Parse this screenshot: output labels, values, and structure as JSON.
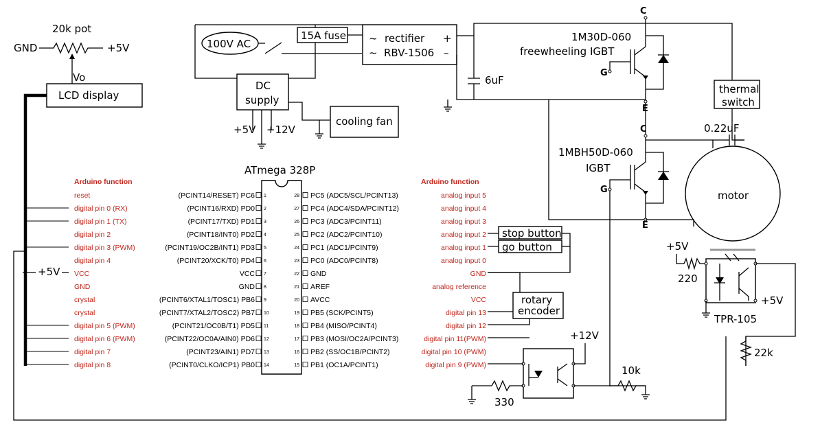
{
  "labels": {
    "pot": "20k pot",
    "gnd_pot": "GND",
    "plus5_pot": "+5V",
    "vo": "Vo",
    "lcd": "LCD display",
    "ac": "100V AC",
    "fuse": "15A fuse",
    "rect_tilde1": "~",
    "rect_tilde2": "~",
    "rect_name": "rectifier",
    "rect_part": "RBV-1506",
    "rect_plus": "+",
    "rect_minus": "–",
    "dc1": "DC",
    "dc2": "supply",
    "plus5_dc": "+5V",
    "plus12_dc": "+12V",
    "fan": "cooling fan",
    "cap6": "6uF",
    "igbt_top_1": "1M30D-060",
    "igbt_top_2": "freewheeling IGBT",
    "igbt_bot_1": "1MBH50D-060",
    "igbt_bot_2": "IGBT",
    "c1": "C",
    "e1": "E",
    "g1": "G",
    "c2": "C",
    "e2": "E",
    "g2": "G",
    "thermal1": "thermal",
    "thermal2": "switch",
    "cap022": "0.22uF",
    "motor": "motor",
    "plus5_opto": "+5V",
    "r220": "220",
    "plus5_tpr": "+5V",
    "tpr": "TPR-105",
    "r22k": "22k",
    "atmega": "ATmega 328P",
    "arduino_left": "Arduino function",
    "arduino_right": "Arduino function",
    "plus5_vcc": "+5V",
    "stop": "stop button",
    "go": "go button",
    "rotary1": "rotary",
    "rotary2": "encoder",
    "plus12_opto": "+12V",
    "r10k": "10k",
    "r330": "330"
  },
  "left_pins": [
    {
      "num": "1",
      "name": "(PCINT14/RESET) PC6",
      "func": "reset"
    },
    {
      "num": "2",
      "name": "(PCINT16/RXD) PD0",
      "func": "digital pin 0 (RX)"
    },
    {
      "num": "3",
      "name": "(PCINT17/TXD) PD1",
      "func": "digital pin 1 (TX)"
    },
    {
      "num": "4",
      "name": "(PCINT18/INT0) PD2",
      "func": "digital pin 2"
    },
    {
      "num": "5",
      "name": "(PCINT19/OC2B/INT1) PD3",
      "func": "digital pin 3 (PWM)"
    },
    {
      "num": "6",
      "name": "(PCINT20/XCK/T0) PD4",
      "func": "digital pin 4"
    },
    {
      "num": "7",
      "name": "VCC",
      "func": "VCC"
    },
    {
      "num": "8",
      "name": "GND",
      "func": "GND"
    },
    {
      "num": "9",
      "name": "(PCINT6/XTAL1/TOSC1) PB6",
      "func": "crystal"
    },
    {
      "num": "10",
      "name": "(PCINT7/XTAL2/TOSC2) PB7",
      "func": "crystal"
    },
    {
      "num": "11",
      "name": "(PCINT21/OC0B/T1) PD5",
      "func": "digital pin 5 (PWM)"
    },
    {
      "num": "12",
      "name": "(PCINT22/OC0A/AIN0) PD6",
      "func": "digital pin 6 (PWM)"
    },
    {
      "num": "13",
      "name": "(PCINT23/AIN1) PD7",
      "func": "digital pin 7"
    },
    {
      "num": "14",
      "name": "(PCINT0/CLKO/ICP1) PB0",
      "func": "digital pin 8"
    }
  ],
  "right_pins": [
    {
      "num": "28",
      "name": "PC5 (ADC5/SCL/PCINT13)",
      "func": "analog input 5"
    },
    {
      "num": "27",
      "name": "PC4 (ADC4/SDA/PCINT12)",
      "func": "analog input 4"
    },
    {
      "num": "26",
      "name": "PC3 (ADC3/PCINT11)",
      "func": "analog input 3"
    },
    {
      "num": "25",
      "name": "PC2 (ADC2/PCINT10)",
      "func": "analog input 2"
    },
    {
      "num": "24",
      "name": "PC1 (ADC1/PCINT9)",
      "func": "analog input 1"
    },
    {
      "num": "23",
      "name": "PC0 (ADC0/PCINT8)",
      "func": "analog input 0"
    },
    {
      "num": "22",
      "name": "GND",
      "func": "GND"
    },
    {
      "num": "21",
      "name": "AREF",
      "func": "analog reference"
    },
    {
      "num": "20",
      "name": "AVCC",
      "func": "VCC"
    },
    {
      "num": "19",
      "name": "PB5 (SCK/PCINT5)",
      "func": "digital pin 13"
    },
    {
      "num": "18",
      "name": "PB4 (MISO/PCINT4)",
      "func": "digital pin 12"
    },
    {
      "num": "17",
      "name": "PB3 (MOSI/OC2A/PCINT3)",
      "func": "digital pin 11(PWM)"
    },
    {
      "num": "16",
      "name": "PB2 (SS/OC1B/PCINT2)",
      "func": "digital pin 10 (PWM)"
    },
    {
      "num": "15",
      "name": "PB1 (OC1A/PCINT1)",
      "func": "digital pin 9 (PWM)"
    }
  ]
}
